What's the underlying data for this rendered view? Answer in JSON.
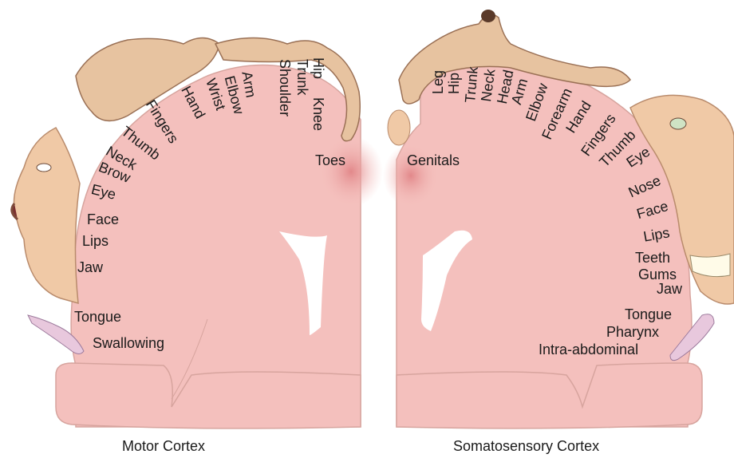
{
  "colors": {
    "cortex": "#f4c0bd",
    "cortex_dark": "#e39d99",
    "skin": "#f0c9a6",
    "hand": "#e7c3a0",
    "outline": "#c99a8c"
  },
  "motor": {
    "caption": "Motor Cortex",
    "labels": [
      "Toes",
      "Knee",
      "Hip",
      "Trunk",
      "Shoulder",
      "Arm",
      "Elbow",
      "Wrist",
      "Hand",
      "Fingers",
      "Thumb",
      "Neck",
      "Brow",
      "Eye",
      "Face",
      "Lips",
      "Jaw",
      "Tongue",
      "Swallowing"
    ]
  },
  "sensory": {
    "caption": "Somatosensory Cortex",
    "labels": [
      "Genitals",
      "Leg",
      "Hip",
      "Trunk",
      "Neck",
      "Head",
      "Arm",
      "Elbow",
      "Forearm",
      "Hand",
      "Fingers",
      "Thumb",
      "Eye",
      "Nose",
      "Face",
      "Lips",
      "Teeth",
      "Gums",
      "Jaw",
      "Tongue",
      "Pharynx",
      "Intra-abdominal"
    ]
  }
}
